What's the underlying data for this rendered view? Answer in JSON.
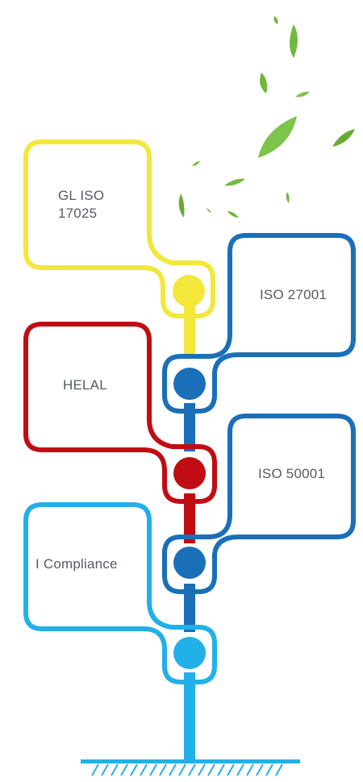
{
  "nodes": [
    {
      "id": "gl-iso",
      "lines": [
        "GL ISO",
        "17025"
      ],
      "color": "#f2e73a"
    },
    {
      "id": "iso-27001",
      "lines": [
        "ISO 27001"
      ],
      "color": "#1a6fb8"
    },
    {
      "id": "helal",
      "lines": [
        "HELAL"
      ],
      "color": "#c00d13"
    },
    {
      "id": "iso-50001",
      "lines": [
        "ISO 50001"
      ],
      "color": "#1a6fb8"
    },
    {
      "id": "i-compliance",
      "lines": [
        "I Compliance"
      ],
      "color": "#22b0e8"
    }
  ],
  "colors": {
    "leaf": "#6fb83a",
    "stem_lower": "#22b0e8",
    "ground": "#22b0e8"
  }
}
